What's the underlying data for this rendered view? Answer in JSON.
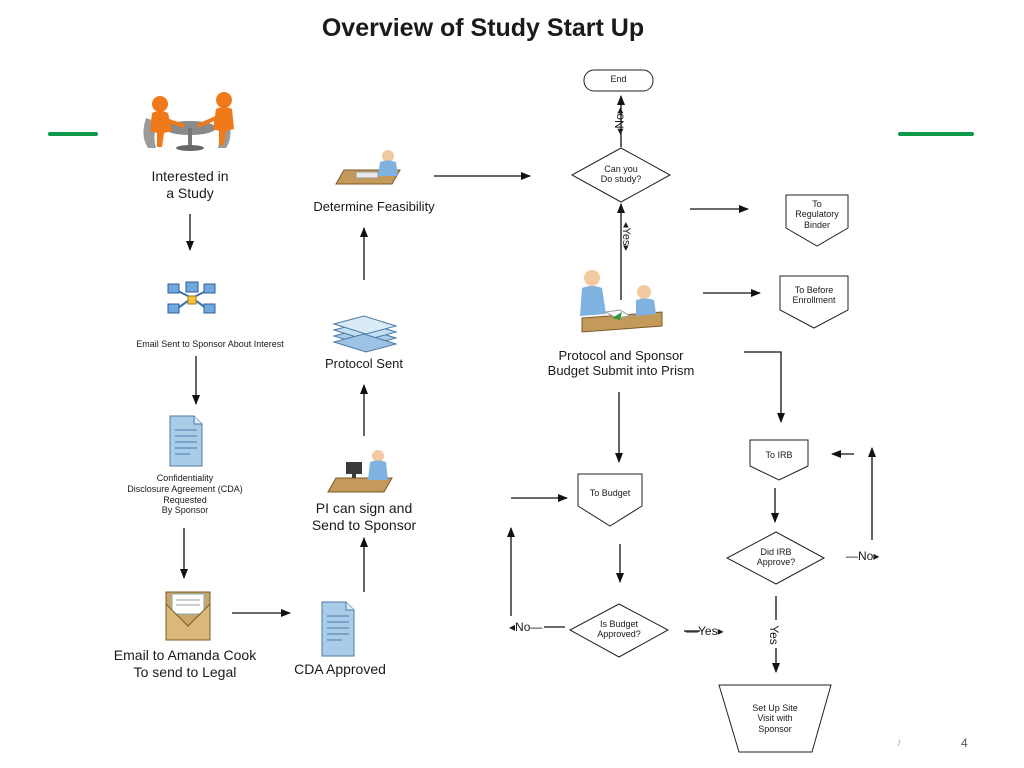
{
  "title": "Overview of Study Start Up",
  "nodes": {
    "interested": "Interested in\na Study",
    "email_sponsor": "Email Sent to Sponsor About Interest",
    "cda_requested": "Confidentiality\nDisclosure Agreement (CDA)\nRequested\nBy Sponsor",
    "email_amanda": "Email to Amanda Cook\nTo send to Legal",
    "cda_approved": "CDA Approved",
    "pi_sign": "PI can sign and\nSend to Sponsor",
    "protocol_sent": "Protocol Sent",
    "feasibility": "Determine Feasibility",
    "end": "End",
    "can_you": "Can you\nDo study?",
    "protocol_budget": "Protocol and Sponsor\nBudget Submit into Prism",
    "to_regulatory": "To\nRegulatory\nBinder",
    "to_before": "To Before\nEnrollment",
    "to_irb": "To IRB",
    "did_irb": "Did IRB\nApprove?",
    "to_budget": "To Budget",
    "is_budget": "Is Budget\nApproved?",
    "setup_site": "Set Up Site\nVisit with\nSponsor"
  },
  "flow_labels": {
    "no_end": "No",
    "yes_can": "Yes",
    "no_budget": "No",
    "yes_budget": "Yes",
    "yes_irb": "Yes",
    "no_irb": "No"
  },
  "icons": {
    "meeting": "people-meeting-icon",
    "network": "network-computers-icon",
    "document": "document-icon",
    "envelope": "envelope-icon",
    "desk": "person-at-desk-icon",
    "papers": "stacked-papers-icon",
    "consult": "two-people-consultation-icon"
  },
  "colors": {
    "accent": "#0a9a4a",
    "figure": "#f07a1a",
    "doc": "#a9cde8"
  },
  "page_number": "4",
  "page_mark": "/"
}
